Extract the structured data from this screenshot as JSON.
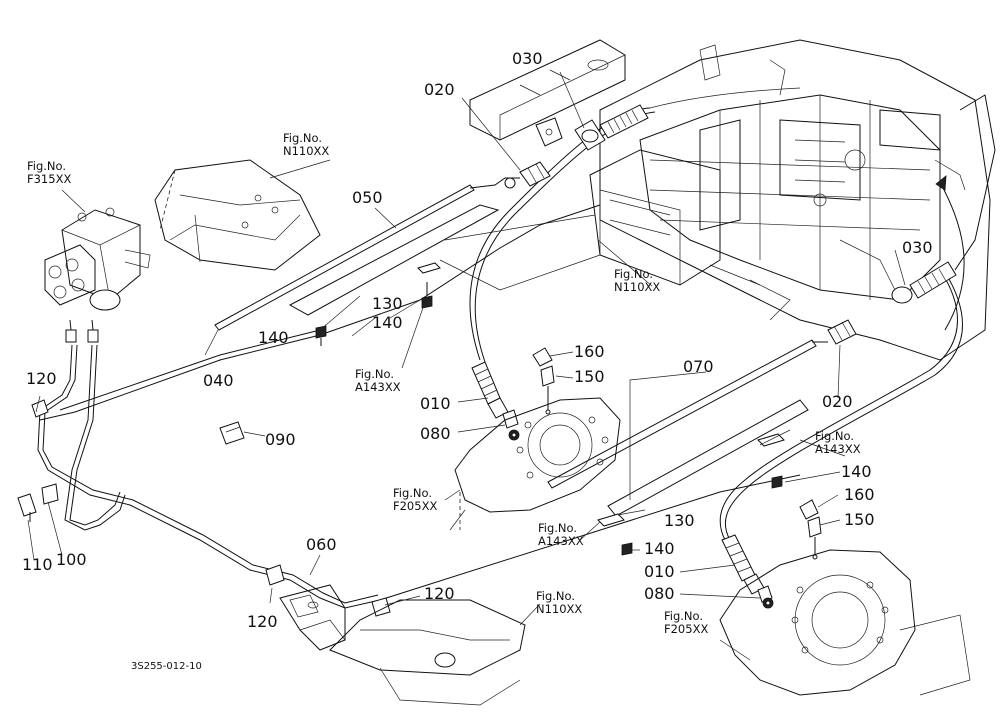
{
  "drawing_code": "3S255-012-10",
  "part_labels": {
    "p010_a": "010",
    "p010_b": "010",
    "p020_a": "020",
    "p020_b": "020",
    "p030_a": "030",
    "p030_b": "030",
    "p040": "040",
    "p050": "050",
    "p060": "060",
    "p070": "070",
    "p080_a": "080",
    "p080_b": "080",
    "p090": "090",
    "p100": "100",
    "p110": "110",
    "p120_a": "120",
    "p120_b": "120",
    "p120_c": "120",
    "p130_a": "130",
    "p130_b": "130",
    "p140_a": "140",
    "p140_b": "140",
    "p140_c": "140",
    "p140_d": "140",
    "p150_a": "150",
    "p150_b": "150",
    "p160_a": "160",
    "p160_b": "160"
  },
  "figure_refs": {
    "f315": {
      "prefix": "Fig.No.",
      "code": "F315XX"
    },
    "n110_top": {
      "prefix": "Fig.No.",
      "code": "N110XX"
    },
    "n110_mid": {
      "prefix": "Fig.No.",
      "code": "N110XX"
    },
    "n110_bottom": {
      "prefix": "Fig.No.",
      "code": "N110XX"
    },
    "a143_left": {
      "prefix": "Fig.No.",
      "code": "A143XX"
    },
    "a143_right": {
      "prefix": "Fig.No.",
      "code": "A143XX"
    },
    "a143_bottom": {
      "prefix": "Fig.No.",
      "code": "A143XX"
    },
    "f205_left": {
      "prefix": "Fig.No.",
      "code": "F205XX"
    },
    "f205_right": {
      "prefix": "Fig.No.",
      "code": "F205XX"
    }
  }
}
